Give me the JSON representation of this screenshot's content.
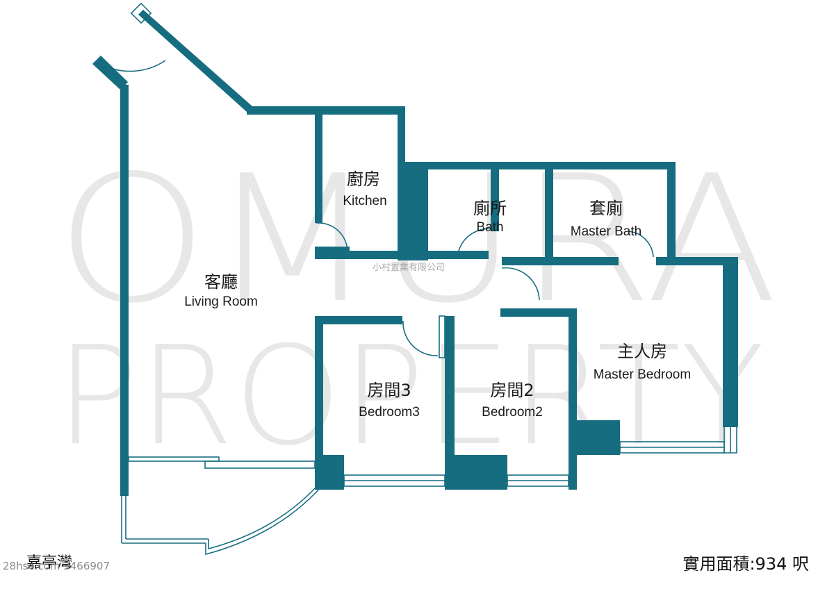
{
  "watermark": {
    "line1": "OMURA",
    "line2": "PROPERTY"
  },
  "agent_watermark": "小村置業有限公司",
  "rooms": {
    "kitchen": {
      "zh": "廚房",
      "en": "Kitchen"
    },
    "bath": {
      "zh": "廁所",
      "en": "Bath"
    },
    "master_bath": {
      "zh": "套廁",
      "en": "Master Bath"
    },
    "living": {
      "zh": "客廳",
      "en": "Living Room"
    },
    "master_bedroom": {
      "zh": "主人房",
      "en": "Master Bedroom"
    },
    "bedroom3": {
      "zh": "房間3",
      "en": "Bedroom3"
    },
    "bedroom2": {
      "zh": "房間2",
      "en": "Bedroom2"
    }
  },
  "footer": {
    "estate": "嘉亭灣",
    "listing_ref": "28hse.com 3466907",
    "area": "實用面積:934 呎"
  },
  "colors": {
    "wall": "#166d80",
    "watermark": "#e7e7e7",
    "background": "#ffffff"
  }
}
